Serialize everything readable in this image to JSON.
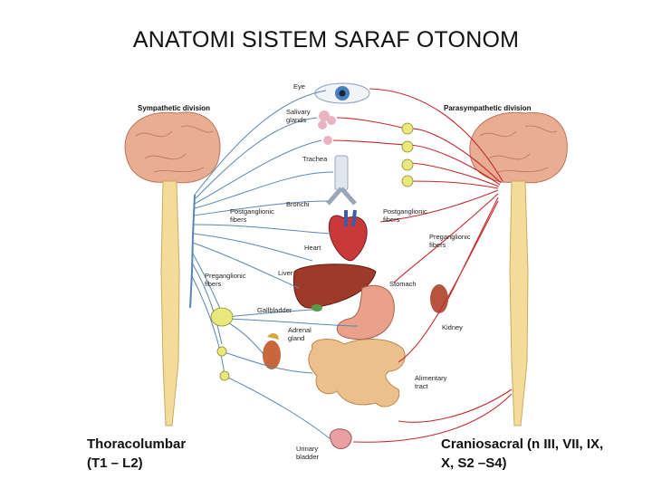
{
  "slide": {
    "title": "ANATOMI SISTEM SARAF OTONOM",
    "caption_left_line1": "Thoracolumbar",
    "caption_left_line2": "(T1 – L2)",
    "caption_right_line1": "Craniosacral (n III, VII, IX,",
    "caption_right_line2": "X, S2 –S4)"
  },
  "diagram": {
    "sympathetic_division": "Sympathetic division",
    "parasympathetic_division": "Parasympathetic division",
    "eye": "Eye",
    "salivary_1": "Salivary",
    "salivary_2": "glands",
    "trachea": "Trachea",
    "bronchi": "Bronchi",
    "postganglionic_left_1": "Postganglionic",
    "postganglionic_left_2": "fibers",
    "postganglionic_right_1": "Postganglionic",
    "postganglionic_right_2": "fibers",
    "heart": "Heart",
    "preganglionic_right_1": "Preganglionic",
    "preganglionic_right_2": "fibers",
    "liver": "Liver",
    "preganglionic_left_1": "Preganglionic",
    "preganglionic_left_2": "fibers",
    "stomach": "Stomach",
    "gallbladder": "Gallbladder",
    "adrenal_1": "Adrenal",
    "adrenal_2": "gland",
    "kidney": "Kidney",
    "alimentary_1": "Alimentary",
    "alimentary_2": "tract",
    "urinary_1": "Urinary",
    "urinary_2": "bladder",
    "colors": {
      "sympathetic": "#5b86b4",
      "parasympathetic": "#c8282b",
      "brain": "#e8ad93",
      "spinal_cord": "#f3dc9a",
      "ganglion": "#e9e87a"
    }
  }
}
